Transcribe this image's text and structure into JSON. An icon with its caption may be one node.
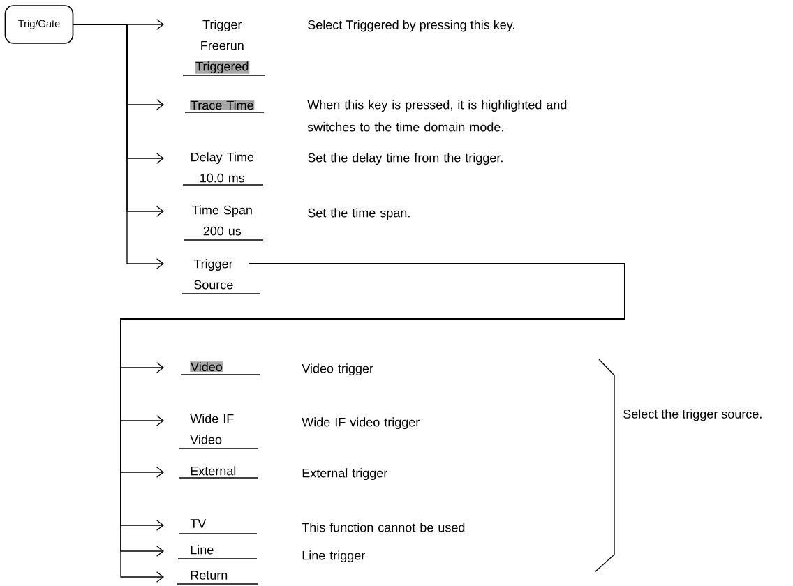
{
  "diagram": {
    "nodes": [
      {
        "text": [
          "Trig/Gate"
        ]
      },
      {
        "text": [
          "Trigger",
          "Freerun",
          "Triggered"
        ]
      },
      {
        "text": [
          "Trace Time"
        ],
        "beside": [
          "When this key is pressed, it is highlighted and switches to the time domain mode."
        ]
      },
      {
        "text": [
          "Delay Time",
          "10.0 ms"
        ],
        "beside": [
          "Set the delay time from the trigger."
        ]
      },
      {
        "text": [
          "Time Span",
          "200 us"
        ],
        "beside": [
          "Set the time span."
        ]
      },
      {
        "text": [
          "Trigger Source"
        ]
      },
      {
        "text": [
          "Video"
        ],
        "beside": [
          "Video trigger"
        ]
      },
      {
        "text": [
          "Wide IF Video"
        ],
        "beside": [
          "Wide IF video trigger"
        ]
      },
      {
        "text": [
          "External"
        ],
        "beside": [
          "External trigger"
        ]
      },
      {
        "text": [
          "TV"
        ],
        "beside": [
          "This function cannot be used"
        ]
      },
      {
        "text": [
          "Line"
        ],
        "beside": [
          "Line trigger"
        ]
      },
      {
        "text": [
          "Return"
        ]
      }
    ],
    "edges": [
      {
        "from": 0,
        "to": 1,
        "arrow": "to"
      },
      {
        "from": 0,
        "to": 2,
        "arrow": "to"
      },
      {
        "from": 0,
        "to": 3,
        "arrow": "to"
      },
      {
        "from": 0,
        "to": 4,
        "arrow": "to"
      },
      {
        "from": 0,
        "to": 5,
        "arrow": "to"
      },
      {
        "from": 5,
        "to": 6,
        "arrow": "to"
      },
      {
        "from": 5,
        "to": 7,
        "arrow": "to"
      },
      {
        "from": 5,
        "to": 8,
        "arrow": "to"
      },
      {
        "from": 5,
        "to": 9,
        "arrow": "to"
      },
      {
        "from": 5,
        "to": 10,
        "arrow": "to"
      },
      {
        "from": 5,
        "to": 11,
        "arrow": "to"
      }
    ],
    "labels": [
      "Select Triggered by pressing this key.",
      "Select the trigger source."
    ]
  }
}
